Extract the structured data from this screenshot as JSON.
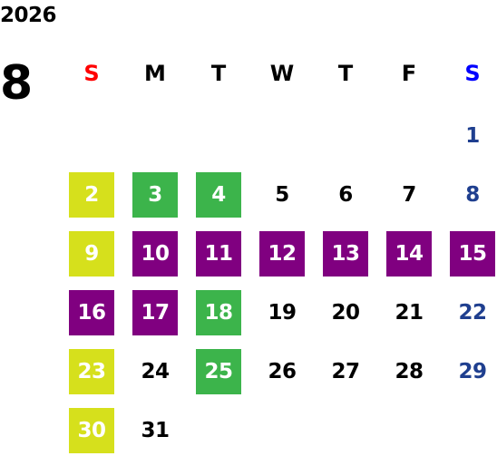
{
  "calendar": {
    "year": "2026",
    "month": "8",
    "weekdays": [
      {
        "label": "S",
        "color": "#ff0000"
      },
      {
        "label": "M",
        "color": "#000000"
      },
      {
        "label": "T",
        "color": "#000000"
      },
      {
        "label": "W",
        "color": "#000000"
      },
      {
        "label": "T",
        "color": "#000000"
      },
      {
        "label": "F",
        "color": "#000000"
      },
      {
        "label": "S",
        "color": "#0000ff"
      }
    ],
    "colors": {
      "yellow": "#d6e01c",
      "green": "#3cb44b",
      "purple": "#800080",
      "saturday_text": "#1f3f8f",
      "default_text": "#000000",
      "highlight_text": "#ffffff"
    },
    "days": [
      {
        "day": "1",
        "week": 0,
        "dow": 6,
        "highlight": ""
      },
      {
        "day": "2",
        "week": 1,
        "dow": 0,
        "highlight": "yellow"
      },
      {
        "day": "3",
        "week": 1,
        "dow": 1,
        "highlight": "green"
      },
      {
        "day": "4",
        "week": 1,
        "dow": 2,
        "highlight": "green"
      },
      {
        "day": "5",
        "week": 1,
        "dow": 3,
        "highlight": ""
      },
      {
        "day": "6",
        "week": 1,
        "dow": 4,
        "highlight": ""
      },
      {
        "day": "7",
        "week": 1,
        "dow": 5,
        "highlight": ""
      },
      {
        "day": "8",
        "week": 1,
        "dow": 6,
        "highlight": ""
      },
      {
        "day": "9",
        "week": 2,
        "dow": 0,
        "highlight": "yellow"
      },
      {
        "day": "10",
        "week": 2,
        "dow": 1,
        "highlight": "purple"
      },
      {
        "day": "11",
        "week": 2,
        "dow": 2,
        "highlight": "purple"
      },
      {
        "day": "12",
        "week": 2,
        "dow": 3,
        "highlight": "purple"
      },
      {
        "day": "13",
        "week": 2,
        "dow": 4,
        "highlight": "purple"
      },
      {
        "day": "14",
        "week": 2,
        "dow": 5,
        "highlight": "purple"
      },
      {
        "day": "15",
        "week": 2,
        "dow": 6,
        "highlight": "purple"
      },
      {
        "day": "16",
        "week": 3,
        "dow": 0,
        "highlight": "purple"
      },
      {
        "day": "17",
        "week": 3,
        "dow": 1,
        "highlight": "purple"
      },
      {
        "day": "18",
        "week": 3,
        "dow": 2,
        "highlight": "green"
      },
      {
        "day": "19",
        "week": 3,
        "dow": 3,
        "highlight": ""
      },
      {
        "day": "20",
        "week": 3,
        "dow": 4,
        "highlight": ""
      },
      {
        "day": "21",
        "week": 3,
        "dow": 5,
        "highlight": ""
      },
      {
        "day": "22",
        "week": 3,
        "dow": 6,
        "highlight": ""
      },
      {
        "day": "23",
        "week": 4,
        "dow": 0,
        "highlight": "yellow"
      },
      {
        "day": "24",
        "week": 4,
        "dow": 1,
        "highlight": ""
      },
      {
        "day": "25",
        "week": 4,
        "dow": 2,
        "highlight": "green"
      },
      {
        "day": "26",
        "week": 4,
        "dow": 3,
        "highlight": ""
      },
      {
        "day": "27",
        "week": 4,
        "dow": 4,
        "highlight": ""
      },
      {
        "day": "28",
        "week": 4,
        "dow": 5,
        "highlight": ""
      },
      {
        "day": "29",
        "week": 4,
        "dow": 6,
        "highlight": ""
      },
      {
        "day": "30",
        "week": 5,
        "dow": 0,
        "highlight": "yellow"
      },
      {
        "day": "31",
        "week": 5,
        "dow": 1,
        "highlight": ""
      }
    ]
  }
}
